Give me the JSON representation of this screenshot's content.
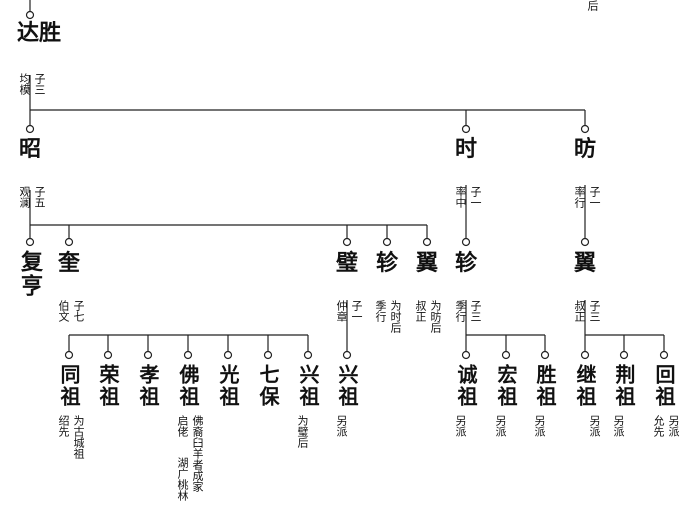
{
  "top_fragment": "后",
  "persons": {
    "dasheng": "达胜",
    "zhao": "昭",
    "shi": "时",
    "fang": "昉",
    "fuheng": "复亨",
    "kui": "奎",
    "bi": "璧",
    "zhen1": "轸",
    "yi1": "翼",
    "zhen2": "轸",
    "yi2": "翼",
    "tongzu": "同祖",
    "rongzu": "荣祖",
    "xiaozu": "孝祖",
    "fozu": "佛祖",
    "guangzu": "光祖",
    "qibao": "七保",
    "xingzu1": "兴祖",
    "xingzu2": "兴祖",
    "chengzu": "诚祖",
    "hongzu": "宏祖",
    "shengzu": "胜祖",
    "jizu": "继祖",
    "jingzu": "荆祖",
    "huizu": "回祖"
  },
  "notes": {
    "dasheng_style": "均模",
    "dasheng_sons": "子三",
    "zhao_style": "观澜",
    "zhao_sons": "子五",
    "shi_style": "率中",
    "shi_sons": "子一",
    "fang_style": "率行",
    "fang_sons": "子一",
    "kui_style": "伯文",
    "kui_sons": "子七",
    "bi_style": "仲章",
    "bi_sons": "子一",
    "zhen1_style": "季行",
    "zhen1_note": "为时后",
    "yi1_style": "叔正",
    "yi1_note": "为昉后",
    "zhen2_style": "季行",
    "zhen2_sons": "子三",
    "yi2_style": "叔正",
    "yi2_sons": "子三",
    "tongzu_style": "绍先",
    "tongzu_note": "为古城祖",
    "fozu_style1": "启佬",
    "fozu_style2": "湖广桃林",
    "fozu_note": "佛裔臼羊者成家",
    "xingzu1_note": "为璧后",
    "xingzu2_note": "另派",
    "chengzu_note": "另派",
    "hongzu_note": "另派",
    "shengzu_note": "另派",
    "jizu_note": "另派",
    "jingzu_note": "另派",
    "huizu_style": "允先",
    "huizu_note": "另派"
  }
}
